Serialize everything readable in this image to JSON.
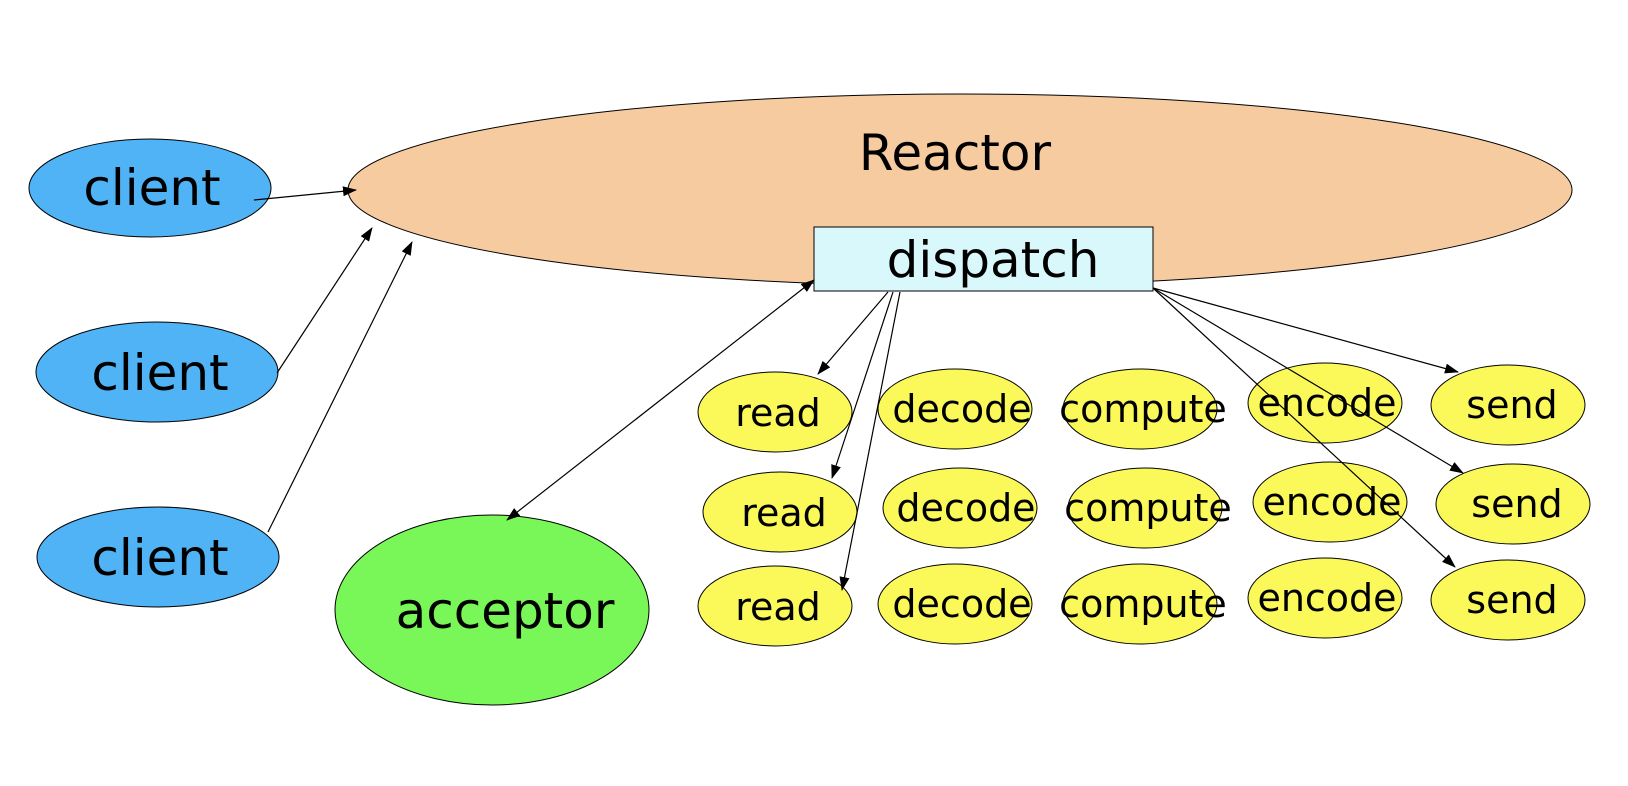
{
  "colors": {
    "client_fill": "#4fb3f5",
    "reactor_fill": "#f7cba0",
    "dispatch_fill": "#d8f8fb",
    "acceptor_fill": "#79f758",
    "task_fill": "#fbf95a",
    "stroke": "#000000"
  },
  "reactor": {
    "label": "Reactor"
  },
  "dispatch": {
    "label": "dispatch"
  },
  "acceptor": {
    "label": "acceptor"
  },
  "clients": [
    {
      "label": "client"
    },
    {
      "label": "client"
    },
    {
      "label": "client"
    }
  ],
  "task_rows": [
    {
      "read": "read",
      "decode": "decode",
      "compute": "compute",
      "encode": "encode",
      "send": "send"
    },
    {
      "read": "read",
      "decode": "decode",
      "compute": "compute",
      "encode": "encode",
      "send": "send"
    },
    {
      "read": "read",
      "decode": "decode",
      "compute": "compute",
      "encode": "encode",
      "send": "send"
    }
  ]
}
